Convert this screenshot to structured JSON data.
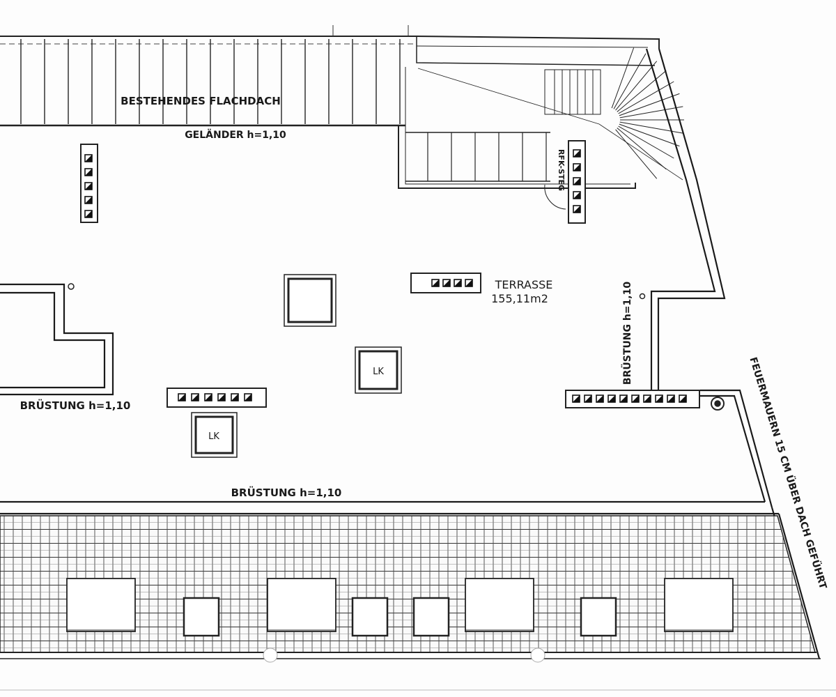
{
  "plan": {
    "flat_roof_label": "BESTEHENDES FLACHDACH",
    "railing_label": "GELÄNDER h=1,10",
    "stair_label": "RFK-STEG",
    "terrace_name": "TERRASSE",
    "terrace_area": "155,11m2",
    "parapet_left_label": "BRÜSTUNG h=1,10",
    "parapet_bottom_label": "BRÜSTUNG h=1,10",
    "parapet_right_label": "BRÜSTUNG h=1,10",
    "firewall_note": "FEUERMAUERN 15 CM ÜBER DACH GEFÜHRT",
    "skylight_1_label": "LK",
    "skylight_2_label": "LK"
  }
}
